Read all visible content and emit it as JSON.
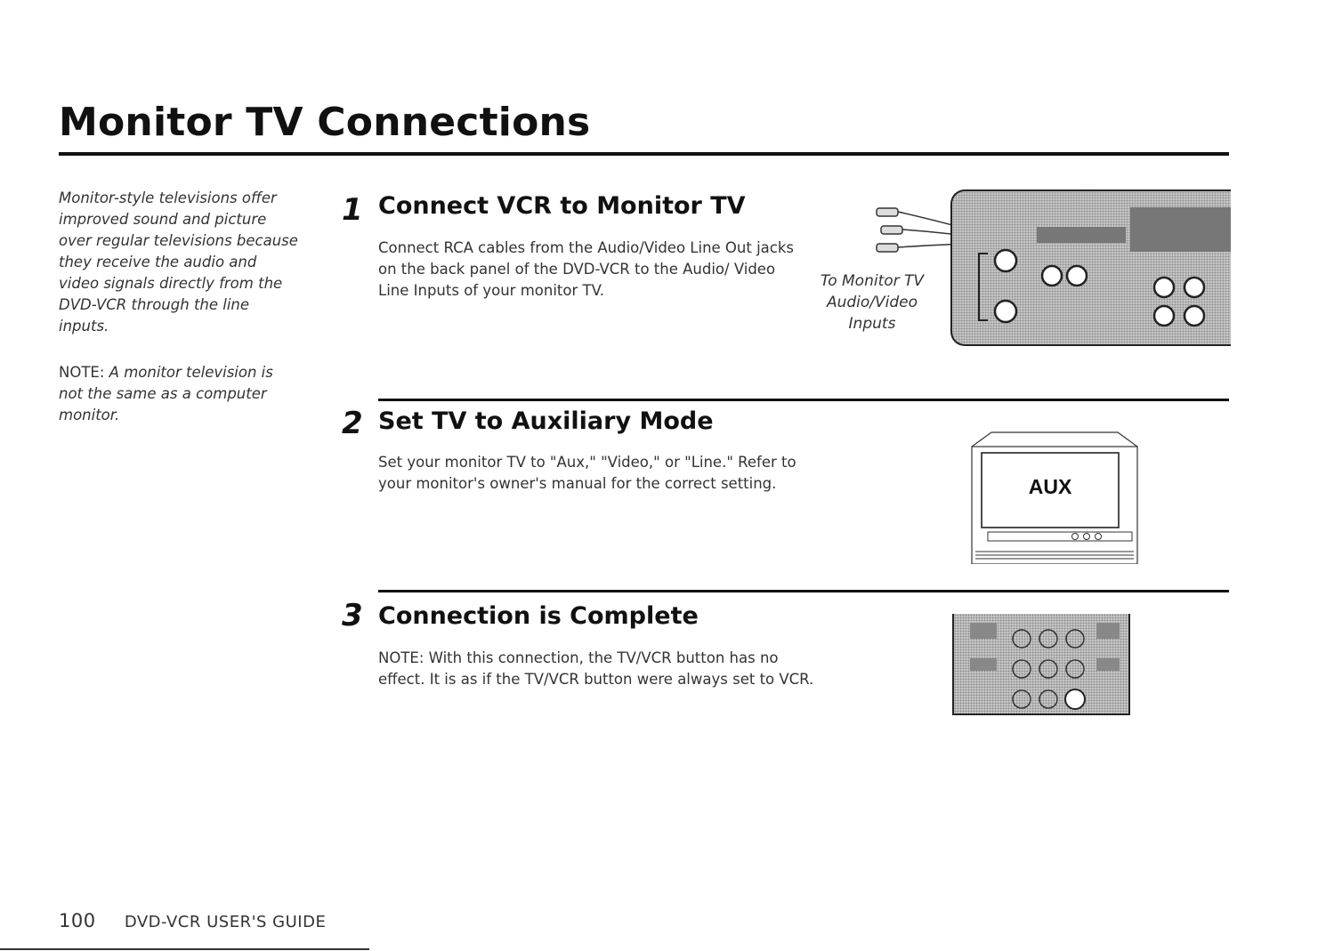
{
  "page": {
    "title": "Monitor TV Connections"
  },
  "sidebar": {
    "intro": "Monitor-style televisions offer improved sound and picture over regular televisions because they receive the audio and video signals directly from the DVD-VCR through the line inputs.",
    "note_label": "NOTE:",
    "note_text": "A monitor television is not the same as a computer monitor."
  },
  "steps": [
    {
      "number": "1",
      "heading": "Connect VCR to Monitor TV",
      "body": "Connect RCA cables from the Audio/Video Line Out jacks on the back panel of the DVD-VCR to the Audio/ Video Line Inputs of your monitor TV."
    },
    {
      "number": "2",
      "heading": "Set TV to Auxiliary Mode",
      "body": "Set your monitor TV to \"Aux,\" \"Video,\" or \"Line.\" Refer to your monitor's owner's manual for the correct setting."
    },
    {
      "number": "3",
      "heading": "Connection is Complete",
      "body": "NOTE: With this connection, the TV/VCR button has no effect. It is as if the TV/VCR button were always set to VCR."
    }
  ],
  "illustrations": {
    "caption_line1": "To Monitor TV",
    "caption_line2": "Audio/Video",
    "caption_line3": "Inputs",
    "tv_screen_text": "AUX"
  },
  "footer": {
    "page_number": "100",
    "guide_name": "DVD-VCR USER'S GUIDE"
  }
}
